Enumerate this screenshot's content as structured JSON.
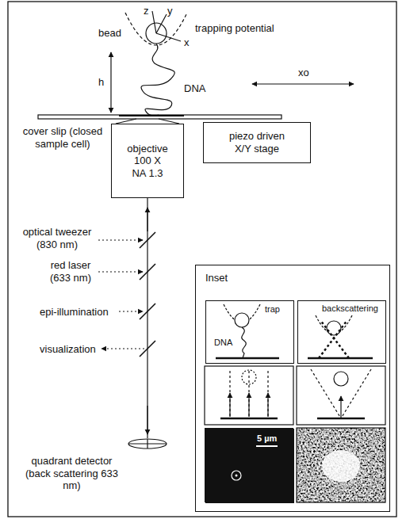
{
  "diagram": {
    "nodes": [
      {
        "text": [
          "objective 100 X NA 1.3"
        ]
      },
      {
        "text": [
          "piezo driven X/Y stage"
        ]
      },
      {
        "text": [
          "Inset"
        ]
      },
      {
        "text": [
          "trap",
          "DNA"
        ],
        "in": 2
      },
      {
        "text": [
          "backscattering"
        ],
        "in": 2
      },
      {
        "text": [
          "5 µm"
        ],
        "in": 2
      }
    ],
    "labels": [
      "z",
      "y",
      "x",
      "bead",
      "trapping potential",
      "h",
      "DNA",
      "xo",
      "cover slip (closed sample cell)",
      "optical tweezer (830 nm)",
      "red laser (633 nm)",
      "epi-illumination",
      "visualization",
      "quadrant detector (back scattering 633 nm)"
    ]
  }
}
